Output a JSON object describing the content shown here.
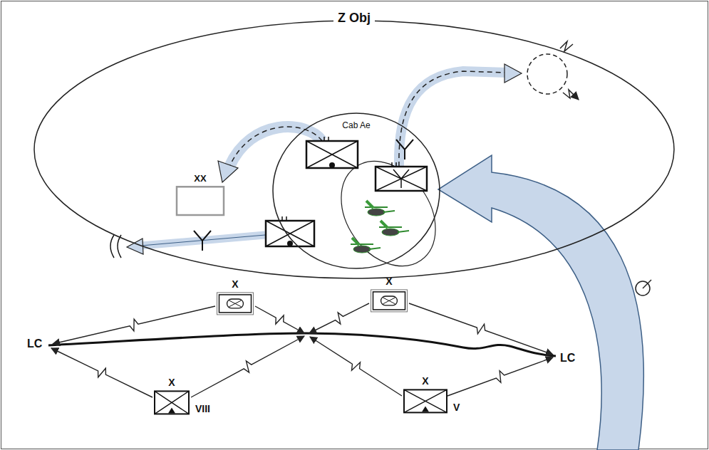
{
  "diagram": {
    "nodes": [
      {
        "text": [
          "Z Obj"
        ]
      },
      {
        "text": [
          "Cab Ae"
        ],
        "in": 0
      },
      {
        "text": [
          "XX"
        ],
        "in": 0
      },
      {
        "text": [
          "X"
        ]
      },
      {
        "text": [
          "X"
        ]
      },
      {
        "text": [
          "X",
          "VIII"
        ]
      },
      {
        "text": [
          "X",
          "V"
        ]
      }
    ],
    "labels": [
      "LC",
      "LC"
    ]
  }
}
